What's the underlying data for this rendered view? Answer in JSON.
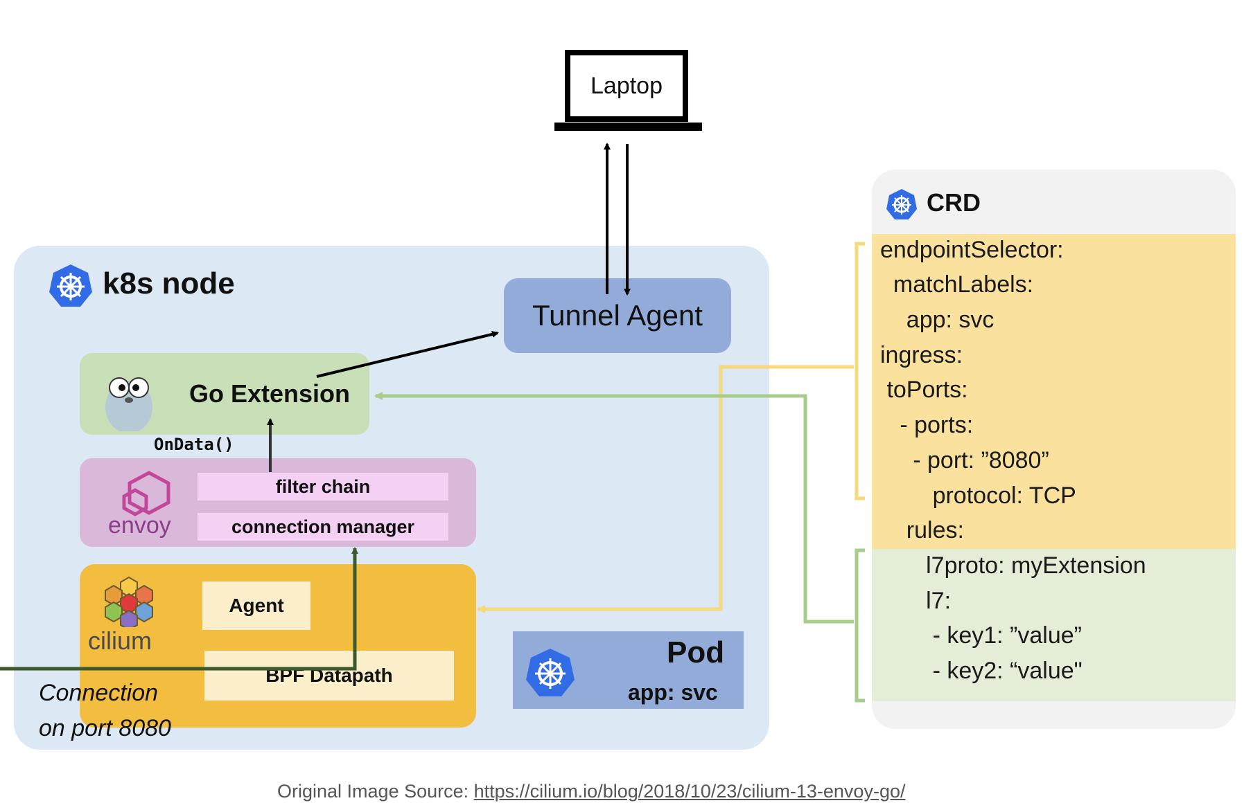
{
  "laptop": {
    "label": "Laptop"
  },
  "k8s_node": {
    "title": "k8s node"
  },
  "tunnel_agent": {
    "label": "Tunnel Agent"
  },
  "go_extension": {
    "label": "Go Extension"
  },
  "ondata": {
    "label": "OnData()"
  },
  "envoy": {
    "label": "envoy",
    "filter_chain": "filter chain",
    "connection_manager": "connection manager"
  },
  "cilium": {
    "label": "cilium",
    "agent": "Agent",
    "bpf": "BPF Datapath"
  },
  "connection": {
    "line1": "Connection",
    "line2": "on port 8080"
  },
  "pod": {
    "title": "Pod",
    "label": "app: svc"
  },
  "crd": {
    "title": "CRD",
    "yaml_lines": [
      "endpointSelector:",
      "  matchLabels:",
      "    app: svc",
      "ingress:",
      " toPorts:",
      "   - ports:",
      "     - port: ”8080”",
      "        protocol: TCP",
      "    rules:",
      "       l7proto: myExtension",
      "       l7:",
      "        - key1: ”value”",
      "        - key2: “value\""
    ]
  },
  "source": {
    "prefix": "Original Image Source: ",
    "url": "https://cilium.io/blog/2018/10/23/cilium-13-envoy-go/"
  },
  "colors": {
    "node_bg": "#dce8f4",
    "tunnel_bg": "#93abd9",
    "go_bg": "#c9dfb8",
    "envoy_bg": "#d9b8d9",
    "cilium_bg": "#f3bd3f",
    "crd_yellow": "#fae29e",
    "crd_green": "#e3edd8",
    "k8s_blue": "#326ce5"
  },
  "icons": [
    "kubernetes-icon",
    "gopher-icon",
    "envoy-icon",
    "cilium-icon"
  ]
}
